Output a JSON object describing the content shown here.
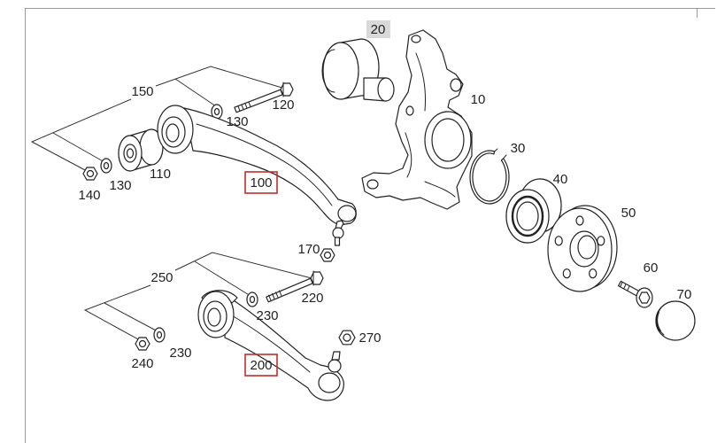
{
  "diagram": {
    "callouts": {
      "c10": {
        "label": "10"
      },
      "c20": {
        "label": "20",
        "shaded": true
      },
      "c30": {
        "label": "30"
      },
      "c40": {
        "label": "40"
      },
      "c50": {
        "label": "50"
      },
      "c60": {
        "label": "60"
      },
      "c70": {
        "label": "70"
      },
      "c100": {
        "label": "100",
        "highlighted": true
      },
      "c110": {
        "label": "110"
      },
      "c120": {
        "label": "120"
      },
      "c130_upper": {
        "label": "130"
      },
      "c130_lower": {
        "label": "130"
      },
      "c140": {
        "label": "140"
      },
      "c150": {
        "label": "150"
      },
      "c170": {
        "label": "170"
      },
      "c200": {
        "label": "200",
        "highlighted": true
      },
      "c220": {
        "label": "220"
      },
      "c230_upper": {
        "label": "230"
      },
      "c230_lower": {
        "label": "230"
      },
      "c240": {
        "label": "240"
      },
      "c250": {
        "label": "250"
      },
      "c270": {
        "label": "270"
      }
    },
    "colors": {
      "ink": "#222222",
      "highlight_box": "#c0302b",
      "shaded_box": "#d9d9d9",
      "background": "#ffffff"
    }
  }
}
